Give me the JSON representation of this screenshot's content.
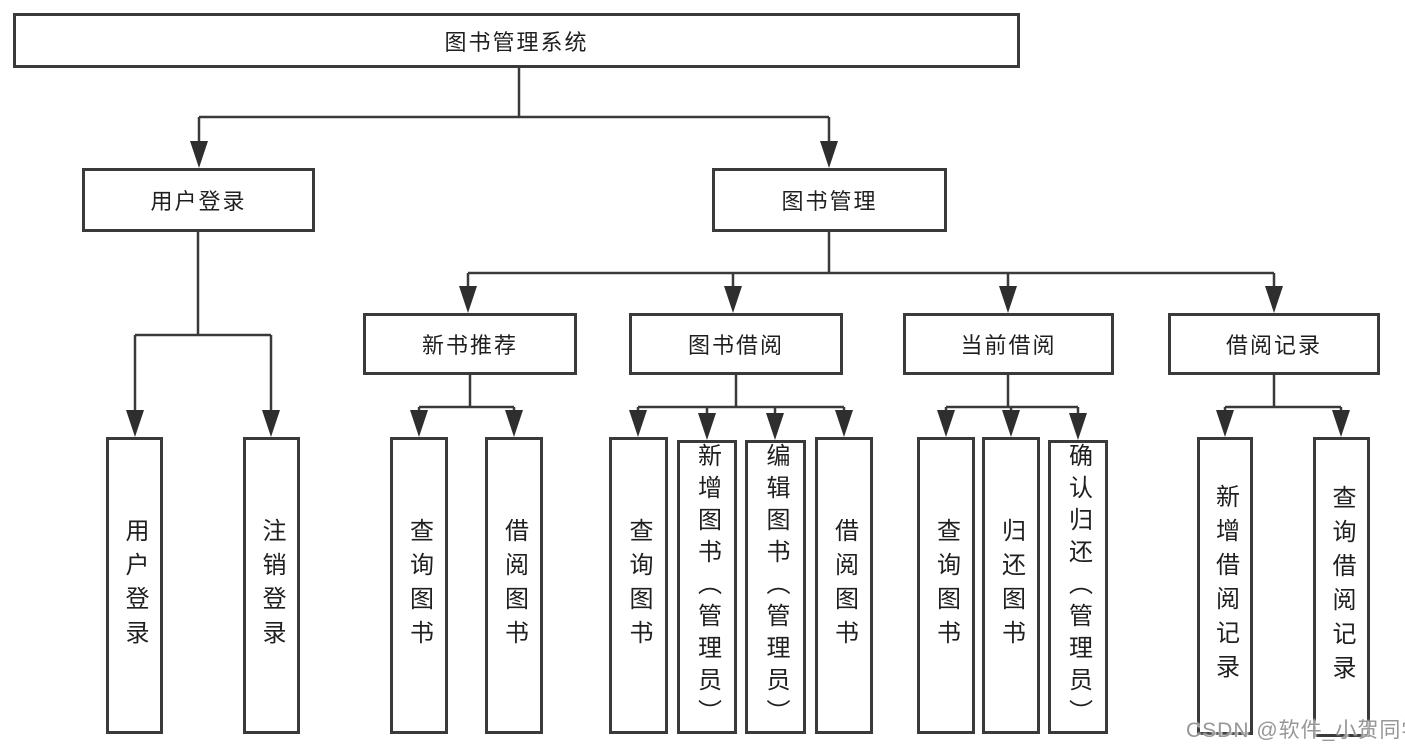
{
  "tree": {
    "label": "图书管理系统",
    "children": [
      {
        "label": "用户登录",
        "children": [
          {
            "label": "用户登录"
          },
          {
            "label": "注销登录"
          }
        ]
      },
      {
        "label": "图书管理",
        "children": [
          {
            "label": "新书推荐",
            "children": [
              {
                "label": "查询图书"
              },
              {
                "label": "借阅图书"
              }
            ]
          },
          {
            "label": "图书借阅",
            "children": [
              {
                "label": "查询图书"
              },
              {
                "label": "新增图书（管理员）"
              },
              {
                "label": "编辑图书（管理员）"
              },
              {
                "label": "借阅图书"
              }
            ]
          },
          {
            "label": "当前借阅",
            "children": [
              {
                "label": "查询图书"
              },
              {
                "label": "归还图书"
              },
              {
                "label": "确认归还（管理员）"
              }
            ]
          },
          {
            "label": "借阅记录",
            "children": [
              {
                "label": "新增借阅记录"
              },
              {
                "label": "查询借阅记录"
              }
            ]
          }
        ]
      }
    ]
  },
  "watermark": "CSDN @软件_小贺同学",
  "colors": {
    "line": "#3a3a3a",
    "arrowhead": "#2e2e2e",
    "box_border": "#3a3a3a",
    "box_fill": "#ffffff",
    "text": "#1f1f1f",
    "watermark": "#979797",
    "background": "#ffffff"
  }
}
